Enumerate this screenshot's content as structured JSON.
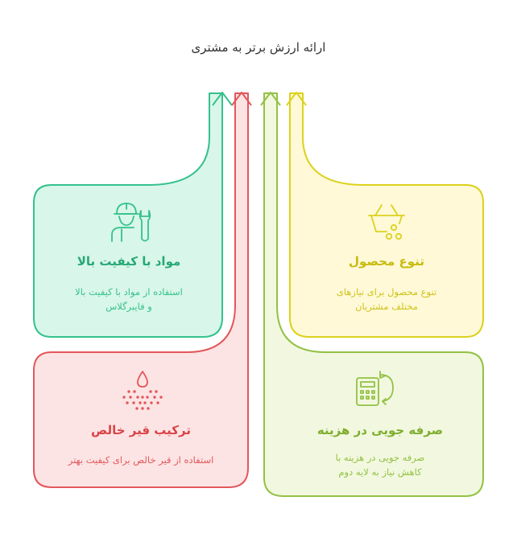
{
  "title": "ارائه ارزش برتر به مشتری",
  "colors": {
    "green": "#34c28d",
    "green_fill": "#d9f6ea",
    "yellow": "#dcd21c",
    "yellow_fill": "#fff9d7",
    "red": "#e2575b",
    "red_fill": "#fde4e4",
    "lime": "#93c144",
    "lime_fill": "#f2f8df"
  },
  "cards": {
    "quality": {
      "title": "مواد با کیفیت بالا",
      "desc_line1": "استفاده از مواد با کیفیت بالا",
      "desc_line2": "و فایبرگلاس",
      "icon": "worker-wrench-icon"
    },
    "variety": {
      "title": "تنوع محصول",
      "desc_line1": "تنوع محصول برای نیازهای",
      "desc_line2": "مختلف مشتریان",
      "icon": "basket-icon"
    },
    "resin": {
      "title": "ترکیب قیر خالص",
      "desc_line1": "استفاده از قیر خالص برای کیفیت بهتر",
      "icon": "drop-icon"
    },
    "cost": {
      "title": "صرفه جویی در هزینه",
      "desc_line1": "صرفه جویی در هزینه با",
      "desc_line2": "کاهش نیاز به لایه دوم",
      "icon": "calculator-icon"
    }
  }
}
